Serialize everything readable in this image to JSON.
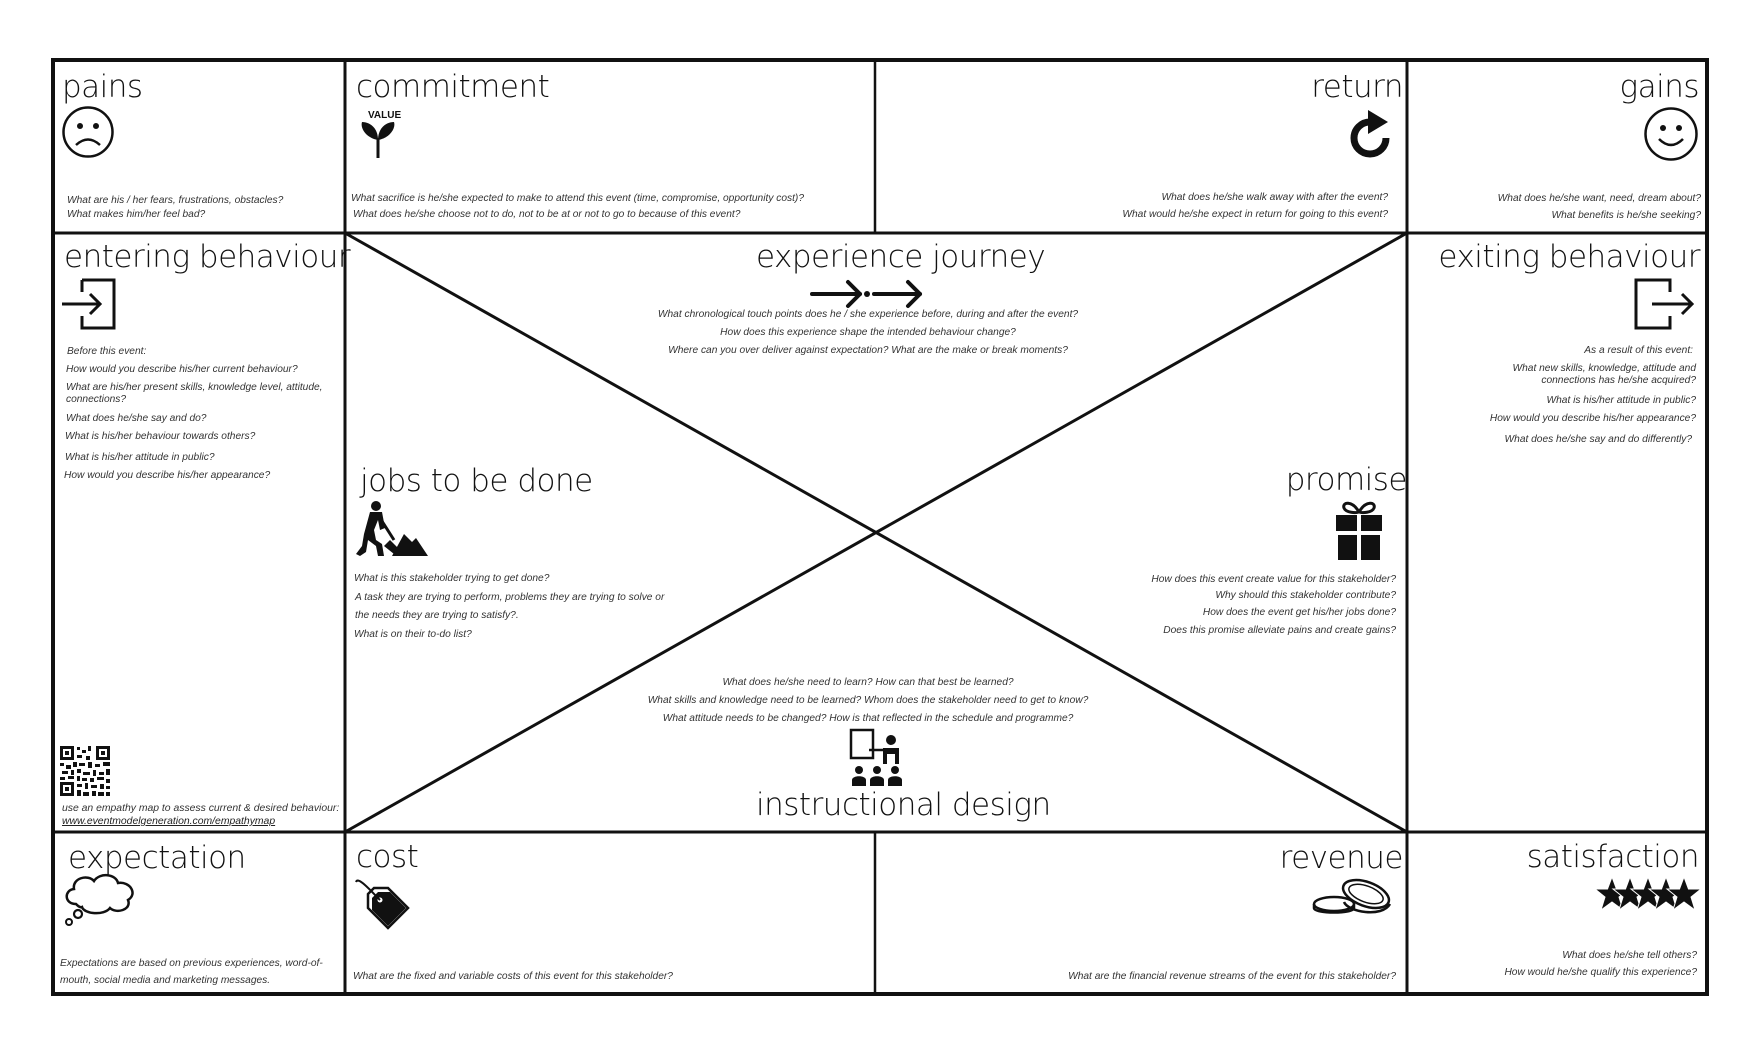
{
  "pains": {
    "title": "pains",
    "q": [
      "What are his / her fears, frustrations, obstacles?",
      "What makes him/her feel bad?"
    ]
  },
  "commitment": {
    "title": "commitment",
    "icon_text": "VALUE",
    "q": [
      "What sacrifice is he/she expected to make to attend this event (time, compromise, opportunity cost)?",
      "What does he/she choose not to do, not to be at or not to go to because of this event?"
    ]
  },
  "return": {
    "title": "return",
    "q": [
      "What does he/she walk away with after the event?",
      "What would he/she expect in return for going to this event?"
    ]
  },
  "gains": {
    "title": "gains",
    "q": [
      "What does he/she want, need, dream about?",
      "What benefits is he/she seeking?"
    ]
  },
  "entering": {
    "title": "entering behaviour",
    "q": [
      "Before this event:",
      "How would you describe his/her current behaviour?",
      "What are his/her present skills, knowledge level, attitude, connections?",
      "What does he/she say and do?",
      "What is his/her behaviour towards others?",
      "What is his/her attitude in public?",
      "How would you describe his/her appearance?"
    ],
    "footer_text": "use an empathy map to assess current & desired behaviour:",
    "footer_link": "www.eventmodelgeneration.com/empathymap"
  },
  "journey": {
    "title": "experience journey",
    "q": [
      "What chronological touch points does he / she experience before, during and after the event?",
      "How does this experience shape the intended behaviour change?",
      "Where can you over deliver against expectation? What are the make or break moments?"
    ]
  },
  "exiting": {
    "title": "exiting behaviour",
    "q": [
      "As a result of this event:",
      "What new skills, knowledge, attitude and connections has he/she acquired?",
      "What is his/her attitude in public?",
      "How would you describe his/her appearance?",
      "What does he/she say and do differently?"
    ]
  },
  "jobs": {
    "title": "jobs to be done",
    "q": [
      "What is this stakeholder trying to get done?",
      "A task they are trying to perform, problems they are trying to solve or",
      "the needs they are trying to satisfy?.",
      "What is on their to-do list?"
    ]
  },
  "promise": {
    "title": "promise",
    "q": [
      "How does this event create value for this stakeholder?",
      "Why should this stakeholder contribute?",
      "How does the event get his/her jobs done?",
      "Does this promise alleviate pains and create gains?"
    ]
  },
  "instructional": {
    "title": "instructional design",
    "q": [
      "What does he/she need to learn? How can that best be learned?",
      "What skills and knowledge need to be learned? Whom does the stakeholder need to get to know?",
      "What attitude needs to be changed? How is that  reflected in the schedule and programme?"
    ]
  },
  "expectation": {
    "title": "expectation",
    "q": [
      "Expectations are based on previous experiences, word-of-mouth, social media and marketing messages."
    ]
  },
  "cost": {
    "title": "cost",
    "q": [
      "What are the fixed and variable costs of this event for this stakeholder?"
    ]
  },
  "revenue": {
    "title": "revenue",
    "q": [
      "What are the financial revenue streams of the event for this stakeholder?"
    ]
  },
  "satisfaction": {
    "title": "satisfaction",
    "q": [
      "What does he/she tell others?",
      "How would he/she qualify this experience?"
    ]
  },
  "colors": {
    "ink": "#111111",
    "background": "#ffffff"
  }
}
